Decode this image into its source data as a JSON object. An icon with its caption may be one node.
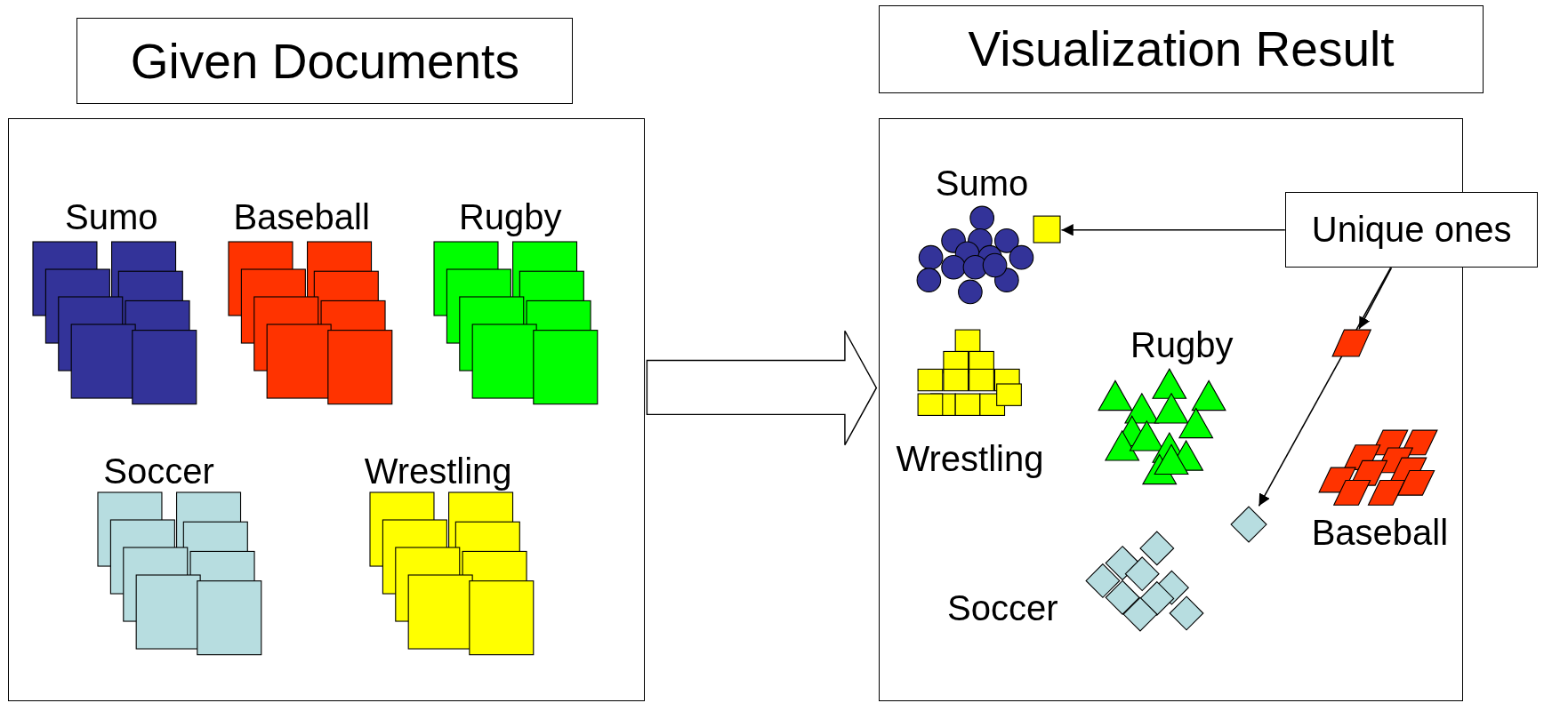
{
  "diagram": {
    "nodes": [
      {
        "text": [
          "Given Documents"
        ]
      },
      {
        "text": [
          "Sumo"
        ],
        "in": 0
      },
      {
        "text": [
          "Baseball"
        ],
        "in": 0
      },
      {
        "text": [
          "Rugby"
        ],
        "in": 0
      },
      {
        "text": [
          "Soccer"
        ],
        "in": 0
      },
      {
        "text": [
          "Wrestling"
        ],
        "in": 0
      },
      {
        "text": [
          "Visualization Result"
        ]
      },
      {
        "text": [
          "Sumo"
        ],
        "in": 6
      },
      {
        "text": [],
        "shape": "box",
        "in": 6
      },
      {
        "text": [
          "Unique ones"
        ]
      },
      {
        "text": [],
        "shape": "diamond",
        "in": 6
      },
      {
        "text": [
          "Wrestling"
        ],
        "in": 6
      },
      {
        "text": [
          "Rugby"
        ],
        "in": 6
      },
      {
        "text": [],
        "shape": "diamond",
        "in": 6
      },
      {
        "text": [
          "Baseball"
        ],
        "in": 6
      },
      {
        "text": [
          "Soccer"
        ],
        "in": 6
      }
    ],
    "edges": [
      {
        "from": 0,
        "to": 6,
        "arrow": "to"
      },
      {
        "from": 9,
        "to": 8,
        "arrow": "to"
      },
      {
        "from": 9,
        "to": 10,
        "arrow": "to"
      },
      {
        "from": 9,
        "to": 13,
        "arrow": "to"
      }
    ]
  }
}
